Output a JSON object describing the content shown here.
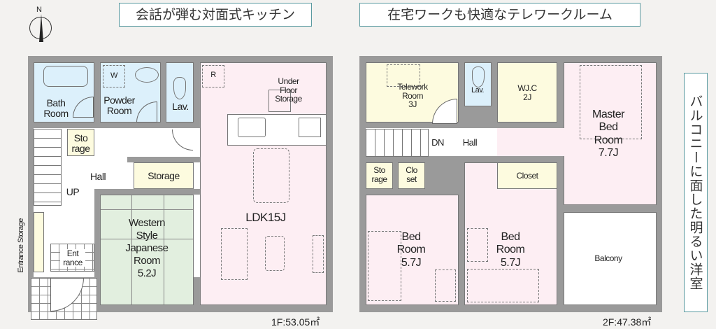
{
  "compass": {
    "north_label": "N"
  },
  "banners": {
    "kitchen": "会話が弾む対面式キッチン",
    "telework": "在宅ワークも快適なテレワークルーム",
    "balcony_room": "バルコニーに面した明るい洋室"
  },
  "floor1": {
    "area": "1F:53.05㎡",
    "rooms": {
      "bath": "Bath\nRoom",
      "powder": "Powder\nRoom",
      "washer": "W",
      "lav": "Lav.",
      "refrigerator": "R",
      "under_floor": "Under\nFloor\nStorage",
      "storage_small": "Sto\nrage",
      "hall": "Hall",
      "up": "UP",
      "storage": "Storage",
      "ldk": "LDK15J",
      "japanese": "Western\nStyle\nJapanese\nRoom\n5.2J",
      "entrance_storage": "Entrance Storage",
      "entrance": "Ent\nrance"
    }
  },
  "floor2": {
    "area": "2F:47.38㎡",
    "rooms": {
      "telework": "Telework\nRoom\n3J",
      "lav": "Lav.",
      "wic": "WJ.C\n2J",
      "master": "Master\nBed\nRoom\n7.7J",
      "dn": "DN",
      "hall": "Hall",
      "storage": "Sto\nrage",
      "closet_small": "Clo\nset",
      "closet": "Closet",
      "bed1": "Bed\nRoom\n5.7J",
      "bed2": "Bed\nRoom\n5.7J",
      "balcony": "Balcony"
    }
  },
  "colors": {
    "wet": "#dcf0fb",
    "living": "#fdeef3",
    "storage": "#fdfbdf",
    "japanese": "#e2efdf",
    "wall": "#9a9a9a",
    "accent": "#5a9aa0"
  }
}
